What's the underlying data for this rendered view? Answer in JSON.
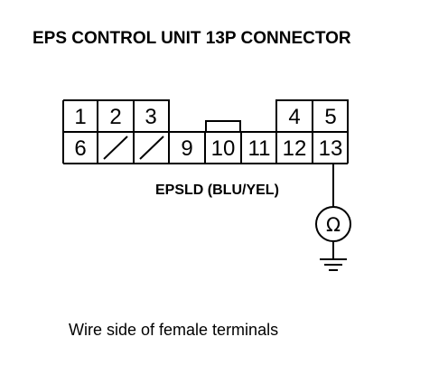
{
  "title": "EPS CONTROL UNIT 13P CONNECTOR",
  "connector": {
    "pins": {
      "p1": "1",
      "p2": "2",
      "p3": "3",
      "p4": "4",
      "p5": "5",
      "p6": "6",
      "p9": "9",
      "p10": "10",
      "p11": "11",
      "p12": "12",
      "p13": "13"
    }
  },
  "wire_label": "EPSLD (BLU/YEL)",
  "meter_symbol": "Ω",
  "caption": "Wire side of female terminals",
  "colors": {
    "ink": "#000000",
    "background": "#ffffff"
  },
  "icons": {
    "meter": "ohmmeter-icon",
    "ground": "ground-symbol-icon"
  }
}
